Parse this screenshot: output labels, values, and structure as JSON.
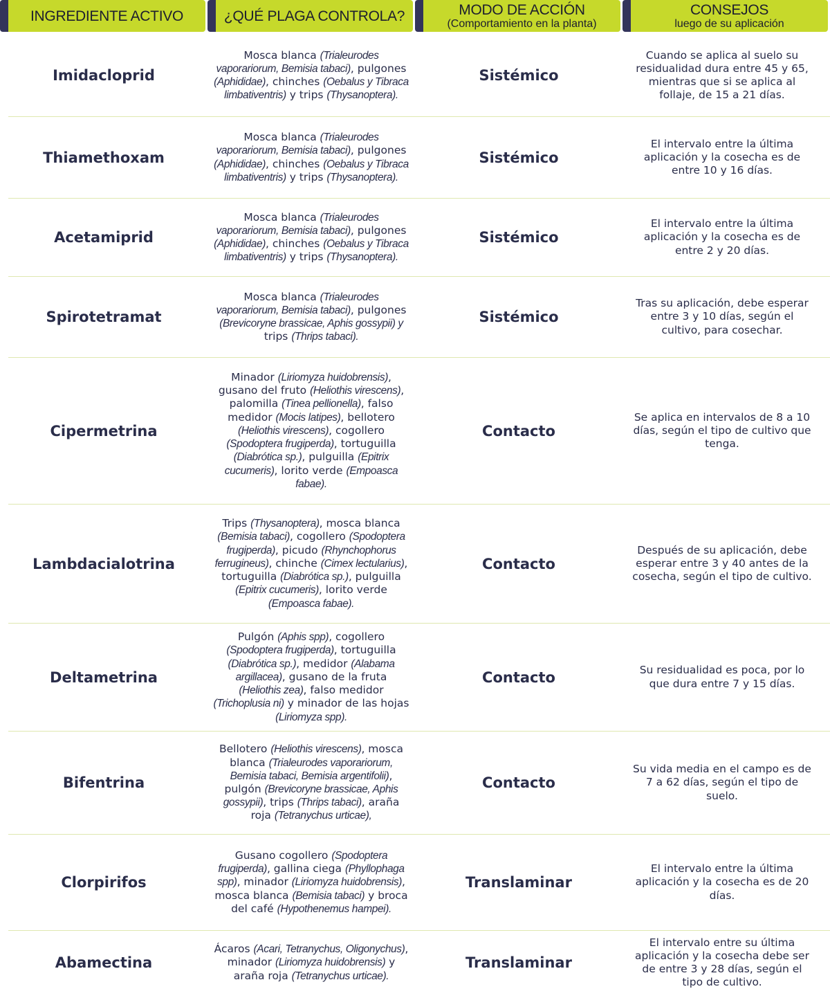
{
  "header": [
    {
      "title": "INGREDIENTE ACTIVO",
      "sub": ""
    },
    {
      "title": "¿QUÉ PLAGA CONTROLA?",
      "sub": ""
    },
    {
      "title": "MODO DE ACCIÓN",
      "sub": "(Comportamiento en la planta)"
    },
    {
      "title": "CONSEJOS",
      "sub": "luego de su aplicación"
    }
  ],
  "rows": [
    {
      "name": "Imidacloprid",
      "mode": "Sistémico",
      "h": 118,
      "pests": [
        {
          "t": "Mosca blanca "
        },
        {
          "t": "(Trialeurodes vaporariorum, Bemisia tabaci)",
          "i": true
        },
        {
          "t": ", pulgones "
        },
        {
          "t": "(Aphididae)",
          "i": true
        },
        {
          "t": ", chinches "
        },
        {
          "t": "(Oebalus y Tibraca limbativentris)",
          "i": true
        },
        {
          "t": " y trips "
        },
        {
          "t": "(Thysanoptera).",
          "i": true
        }
      ],
      "tip": "Cuando se aplica al suelo su residualidad dura entre 45 y 65, mientras que si se aplica al follaje, de 15 a 21 días."
    },
    {
      "name": "Thiamethoxam",
      "mode": "Sistémico",
      "h": 117,
      "pests": [
        {
          "t": "Mosca blanca "
        },
        {
          "t": "(Trialeurodes vaporariorum, Bemisia tabaci)",
          "i": true
        },
        {
          "t": ", pulgones "
        },
        {
          "t": "(Aphididae)",
          "i": true
        },
        {
          "t": ", chinches "
        },
        {
          "t": "(Oebalus y Tibraca limbativentris)",
          "i": true
        },
        {
          "t": " y trips "
        },
        {
          "t": "(Thysanoptera).",
          "i": true
        }
      ],
      "tip": "El intervalo entre la última aplicación y la cosecha es de entre 10 y 16 días."
    },
    {
      "name": "Acetamiprid",
      "mode": "Sistémico",
      "h": 112,
      "pests": [
        {
          "t": "Mosca blanca "
        },
        {
          "t": "(Trialeurodes vaporariorum, Bemisia tabaci)",
          "i": true
        },
        {
          "t": ", pulgones "
        },
        {
          "t": "(Aphididae)",
          "i": true
        },
        {
          "t": ", chinches "
        },
        {
          "t": "(Oebalus y Tibraca limbativentris)",
          "i": true
        },
        {
          "t": " y trips "
        },
        {
          "t": "(Thysanoptera).",
          "i": true
        }
      ],
      "tip": "El intervalo entre la última aplicación y la cosecha es de entre 2 y 20 días."
    },
    {
      "name": "Spirotetramat",
      "mode": "Sistémico",
      "h": 116,
      "pests": [
        {
          "t": "Mosca blanca "
        },
        {
          "t": "(Trialeurodes vaporariorum, Bemisia tabaci)",
          "i": true
        },
        {
          "t": ", pulgones "
        },
        {
          "t": "(Brevicoryne brassicae, Aphis gossypii) y",
          "i": true
        },
        {
          "t": " trips "
        },
        {
          "t": "(Thrips tabaci).",
          "i": true
        }
      ],
      "tip": "Tras su aplicación, debe esperar entre 3 y 10 días, según el cultivo, para cosechar."
    },
    {
      "name": "Cipermetrina",
      "mode": "Contacto",
      "h": 211,
      "pests": [
        {
          "t": "Minador "
        },
        {
          "t": "(Liriomyza huidobrensis)",
          "i": true
        },
        {
          "t": ", gusano del fruto "
        },
        {
          "t": "(Heliothis virescens)",
          "i": true
        },
        {
          "t": ", palomilla "
        },
        {
          "t": "(Tinea pellionella)",
          "i": true
        },
        {
          "t": ", falso medidor "
        },
        {
          "t": "(Mocis latipes)",
          "i": true
        },
        {
          "t": ", bellotero "
        },
        {
          "t": "(Heliothis virescens)",
          "i": true
        },
        {
          "t": ", cogollero "
        },
        {
          "t": "(Spodoptera frugiperda)",
          "i": true
        },
        {
          "t": ", tortuguilla "
        },
        {
          "t": "(Diabrótica sp.)",
          "i": true
        },
        {
          "t": ", pulguilla "
        },
        {
          "t": "(Epitrix cucumeris)",
          "i": true
        },
        {
          "t": ", lorito verde "
        },
        {
          "t": "(Empoasca fabae).",
          "i": true
        }
      ],
      "tip": "Se aplica en intervalos de 8 a 10 días, según el tipo de cultivo que tenga."
    },
    {
      "name": "Lambdacialotrina",
      "mode": "Contacto",
      "h": 171,
      "pests": [
        {
          "t": "Trips "
        },
        {
          "t": "(Thysanoptera)",
          "i": true
        },
        {
          "t": ", mosca blanca "
        },
        {
          "t": "(Bemisia tabaci)",
          "i": true
        },
        {
          "t": ", cogollero "
        },
        {
          "t": "(Spodoptera frugiperda)",
          "i": true
        },
        {
          "t": ", picudo "
        },
        {
          "t": "(Rhynchophorus ferrugineus)",
          "i": true
        },
        {
          "t": ", chinche "
        },
        {
          "t": "(Cimex lectularius)",
          "i": true
        },
        {
          "t": ", tortuguilla "
        },
        {
          "t": "(Diabrótica sp.)",
          "i": true
        },
        {
          "t": ", pulguilla "
        },
        {
          "t": "(Epitrix cucumeris)",
          "i": true
        },
        {
          "t": ", lorito verde "
        },
        {
          "t": "(Empoasca fabae).",
          "i": true
        }
      ],
      "tip": "Después de su aplicación, debe esperar entre 3 y 40 antes de la cosecha, según el tipo de cultivo."
    },
    {
      "name": "Deltametrina",
      "mode": "Contacto",
      "h": 155,
      "pests": [
        {
          "t": "Pulgón "
        },
        {
          "t": "(Aphis spp)",
          "i": true
        },
        {
          "t": ", cogollero "
        },
        {
          "t": "(Spodoptera frugiperda)",
          "i": true
        },
        {
          "t": ", tortuguilla "
        },
        {
          "t": "(Diabrótica sp.)",
          "i": true
        },
        {
          "t": ", medidor "
        },
        {
          "t": "(Alabama argillacea)",
          "i": true
        },
        {
          "t": ", gusano de la fruta "
        },
        {
          "t": "(Heliothis zea)",
          "i": true
        },
        {
          "t": ", falso medidor "
        },
        {
          "t": "(Trichoplusia ni)",
          "i": true
        },
        {
          "t": " y minador de las hojas "
        },
        {
          "t": "(Liriomyza spp).",
          "i": true
        }
      ],
      "tip": "Su residualidad es poca, por lo que dura entre 7 y 15 días."
    },
    {
      "name": "Bifentrina",
      "mode": "Contacto",
      "h": 148,
      "pests": [
        {
          "t": "Bellotero "
        },
        {
          "t": "(Heliothis virescens)",
          "i": true
        },
        {
          "t": ", mosca blanca "
        },
        {
          "t": "(Trialeurodes vaporariorum, Bemisia tabaci, Bemisia argentifolii)",
          "i": true
        },
        {
          "t": ", pulgón "
        },
        {
          "t": "(Brevicoryne brassicae, Aphis gossypii)",
          "i": true
        },
        {
          "t": ", trips "
        },
        {
          "t": "(Thrips tabaci)",
          "i": true
        },
        {
          "t": ", araña roja "
        },
        {
          "t": "(Tetranychus urticae),",
          "i": true
        }
      ],
      "tip": "Su vida media en el campo es de 7 a 62 días, según el tipo de suelo."
    },
    {
      "name": "Clorpirifos",
      "mode": "Translaminar",
      "h": 138,
      "pests": [
        {
          "t": "Gusano cogollero "
        },
        {
          "t": "(Spodoptera frugiperda)",
          "i": true
        },
        {
          "t": ", gallina ciega "
        },
        {
          "t": "(Phyllophaga spp)",
          "i": true
        },
        {
          "t": ", minador "
        },
        {
          "t": "(Liriomyza huidobrensis)",
          "i": true
        },
        {
          "t": ", mosca blanca "
        },
        {
          "t": "(Bemisia tabaci)",
          "i": true
        },
        {
          "t": " y broca del café "
        },
        {
          "t": "(Hypothenemus hampei).",
          "i": true
        }
      ],
      "tip": "El intervalo entre la última aplicación y la cosecha es de 20 días."
    },
    {
      "name": "Abamectina",
      "mode": "Translaminar",
      "h": 92,
      "pests": [
        {
          "t": "Ácaros "
        },
        {
          "t": "(Acari, Tetranychus, Oligonychus)",
          "i": true
        },
        {
          "t": ", minador "
        },
        {
          "t": "(Liriomyza huidobrensis)",
          "i": true
        },
        {
          "t": " y araña roja "
        },
        {
          "t": "(Tetranychus urticae).",
          "i": true
        }
      ],
      "tip": "El intervalo entre su última aplicación y la cosecha debe ser de entre 3 y 28 días, según el tipo de cultivo."
    }
  ]
}
